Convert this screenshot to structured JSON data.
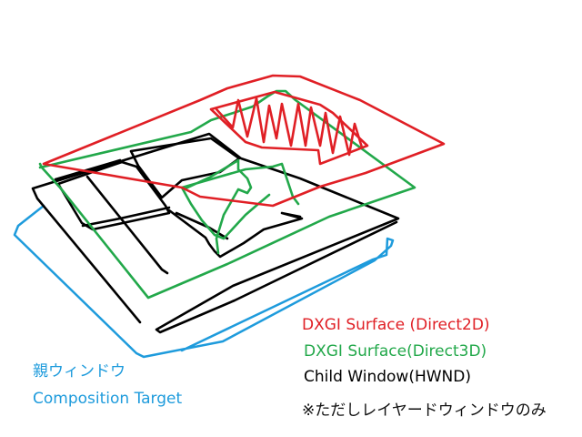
{
  "colors": {
    "red": "#e01f25",
    "green": "#22a84a",
    "black": "#000000",
    "blue": "#1e9bdc",
    "note": "#111111"
  },
  "labels": {
    "direct2d_surface": "DXGI Surface (Direct2D)",
    "direct3d_surface": "DXGI Surface(Direct3D)",
    "child_window": "Child Window(HWND)",
    "note": "※ただしレイヤードウィンドウのみ",
    "parent_window": "親ウィンドウ",
    "composition_target": "Composition Target"
  }
}
